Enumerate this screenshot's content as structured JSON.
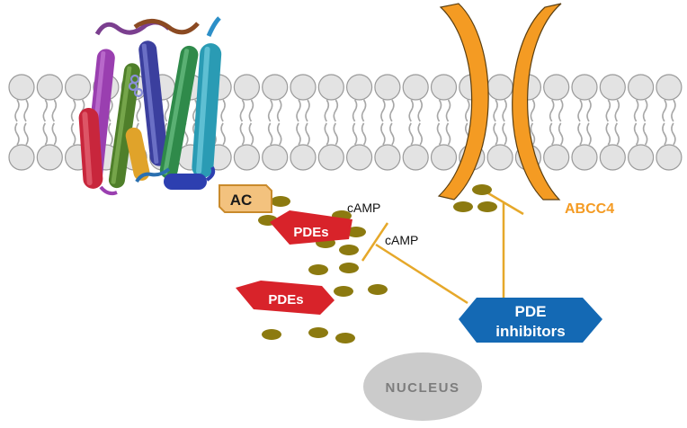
{
  "labels": {
    "ac": "AC",
    "camp_1": "cAMP",
    "camp_2": "cAMP",
    "pdes_1": "PDEs",
    "pdes_2": "PDEs",
    "abcc4": "ABCC4",
    "pde_inhibitors_line1": "PDE",
    "pde_inhibitors_line2": "inhibitors",
    "nucleus": "NUCLEUS"
  },
  "colors": {
    "lipid_head": "#e3e3e3",
    "lipid_outline": "#9a9a9a",
    "ac_fill": "#f3c27e",
    "ac_stroke": "#c98a2b",
    "camp_dot": "#8c7a10",
    "pdes_fill": "#d8232a",
    "abcc4_fill": "#f49b23",
    "inhibitor_fill": "#1469b4",
    "inhibition_line": "#e6a82a",
    "nucleus_fill": "#cbcbcb",
    "nucleus_text": "#7d7d7d"
  },
  "icons": {
    "receptor": "gpcr-ribbon-structure-icon"
  }
}
